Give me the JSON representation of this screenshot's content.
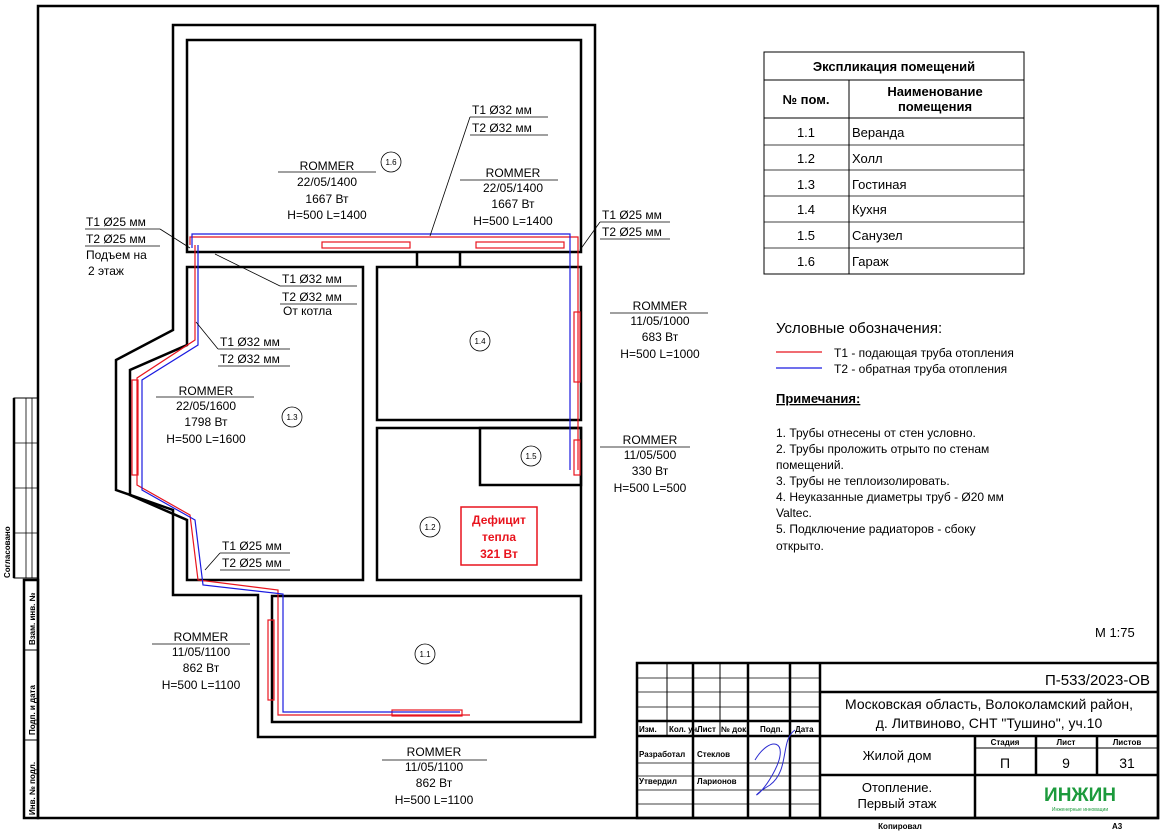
{
  "colors": {
    "supply": "#e8141e",
    "return": "#1a1ae0",
    "deficit": "#e8141e",
    "logo": "#1c9a3c"
  },
  "rooms": [
    {
      "num": "1.1",
      "name": "Веранда"
    },
    {
      "num": "1.2",
      "name": "Холл"
    },
    {
      "num": "1.3",
      "name": "Гостиная"
    },
    {
      "num": "1.4",
      "name": "Кухня"
    },
    {
      "num": "1.5",
      "name": "Санузел"
    },
    {
      "num": "1.6",
      "name": "Гараж"
    }
  ],
  "explication": {
    "title": "Экспликация помещений",
    "col_num": "№ пом.",
    "col_name_1": "Наименование",
    "col_name_2": "помещения"
  },
  "radiators": {
    "r16a": {
      "brand": "ROMMER",
      "model": "22/05/1400",
      "power": "1667 Вт",
      "size": "H=500 L=1400"
    },
    "r16b": {
      "brand": "ROMMER",
      "model": "22/05/1400",
      "power": "1667 Вт",
      "size": "H=500 L=1400"
    },
    "r14": {
      "brand": "ROMMER",
      "model": "11/05/1000",
      "power": "683 Вт",
      "size": "H=500 L=1000"
    },
    "r15": {
      "brand": "ROMMER",
      "model": "11/05/500",
      "power": "330 Вт",
      "size": "H=500 L=500"
    },
    "r13": {
      "brand": "ROMMER",
      "model": "22/05/1600",
      "power": "1798 Вт",
      "size": "H=500 L=1600"
    },
    "r11a": {
      "brand": "ROMMER",
      "model": "11/05/1100",
      "power": "862 Вт",
      "size": "H=500 L=1100"
    },
    "r11b": {
      "brand": "ROMMER",
      "model": "11/05/1100",
      "power": "862 Вт",
      "size": "H=500 L=1100"
    }
  },
  "pipes": {
    "top": {
      "t1": "T1 Ø32 мм",
      "t2": "T2 Ø32 мм"
    },
    "left_riser": {
      "t1": "T1 Ø25 мм",
      "t2": "T2 Ø25 мм",
      "note1": "Подъем на",
      "note2": "2 этаж"
    },
    "right": {
      "t1": "T1 Ø25 мм",
      "t2": "T2 Ø25 мм"
    },
    "boiler": {
      "t1": "T1 Ø32 мм",
      "t2": "T2 Ø32 мм",
      "note": "От котла"
    },
    "living": {
      "t1": "T1 Ø32 мм",
      "t2": "T2 Ø32 мм"
    },
    "lower": {
      "t1": "T1 Ø25 мм",
      "t2": "T2 Ø25 мм"
    }
  },
  "deficit": {
    "l1": "Дефицит",
    "l2": "тепла",
    "l3": "321 Вт"
  },
  "legend": {
    "title": "Условные обозначения:",
    "supply": "T1 - подающая труба отопления",
    "return": "T2 - обратная труба отопления"
  },
  "notes": {
    "title": "Примечания:",
    "items": [
      "1.     Трубы отнесены от стен условно.",
      "2.     Трубы проложить отрыто по стенам",
      "помещений.",
      "3.     Трубы не теплоизолировать.",
      "4.     Неуказанные диаметры труб - Ø20 мм",
      "Valtec.",
      "5.     Подключение радиаторов - сбоку",
      "открыто."
    ]
  },
  "scale": "М 1:75",
  "stamp": {
    "code": "П-533/2023-ОВ",
    "address1": "Московская область, Волоколамский район,",
    "address2": "д. Литвиново, СНТ \"Тушино\", уч.10",
    "h_izm": "Изм.",
    "h_kol": "Кол. уч.",
    "h_list": "Лист",
    "h_doc": "№ док.",
    "h_podp": "Подп.",
    "h_date": "Дата",
    "developed": "Разработал",
    "developer": "Стеклов",
    "approved": "Утвердил",
    "approver": "Ларионов",
    "building": "Жилой дом",
    "stage_h": "Стадия",
    "sheet_h": "Лист",
    "sheets_h": "Листов",
    "stage": "П",
    "sheet": "9",
    "sheets": "31",
    "title1": "Отопление.",
    "title2": "Первый этаж",
    "logo": "ИНЖИН",
    "logo_sub": "Инженерные инновации",
    "copied": "Копировал",
    "format": "А3"
  },
  "side": {
    "agreed": "Согласовано",
    "inv_vzam": "Взам. инв. №",
    "podp_date": "Подп. и дата",
    "inv_podl": "Инв. № подл."
  }
}
